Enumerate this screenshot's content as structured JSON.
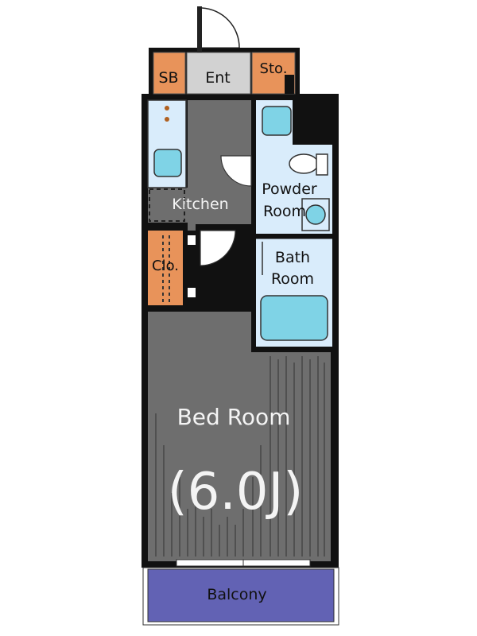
{
  "rooms": {
    "sb": "SB",
    "ent": "Ent",
    "sto": "Sto.",
    "kitchen": "Kitchen",
    "powder_line1": "Powder",
    "powder_line2": "Room",
    "bath_line1": "Bath",
    "bath_line2": "Room",
    "clo": "Clo.",
    "bedroom": "Bed Room",
    "bedroom_size": "(6.0J)",
    "balcony": "Balcony"
  },
  "colors": {
    "wall": "#111111",
    "floor_dark": "#6e6e6e",
    "wet_area": "#d9ecfb",
    "storage": "#e8935a",
    "entrance": "#d2d2d2",
    "fixture": "#7fd3e6",
    "balcony": "#6262b4"
  }
}
